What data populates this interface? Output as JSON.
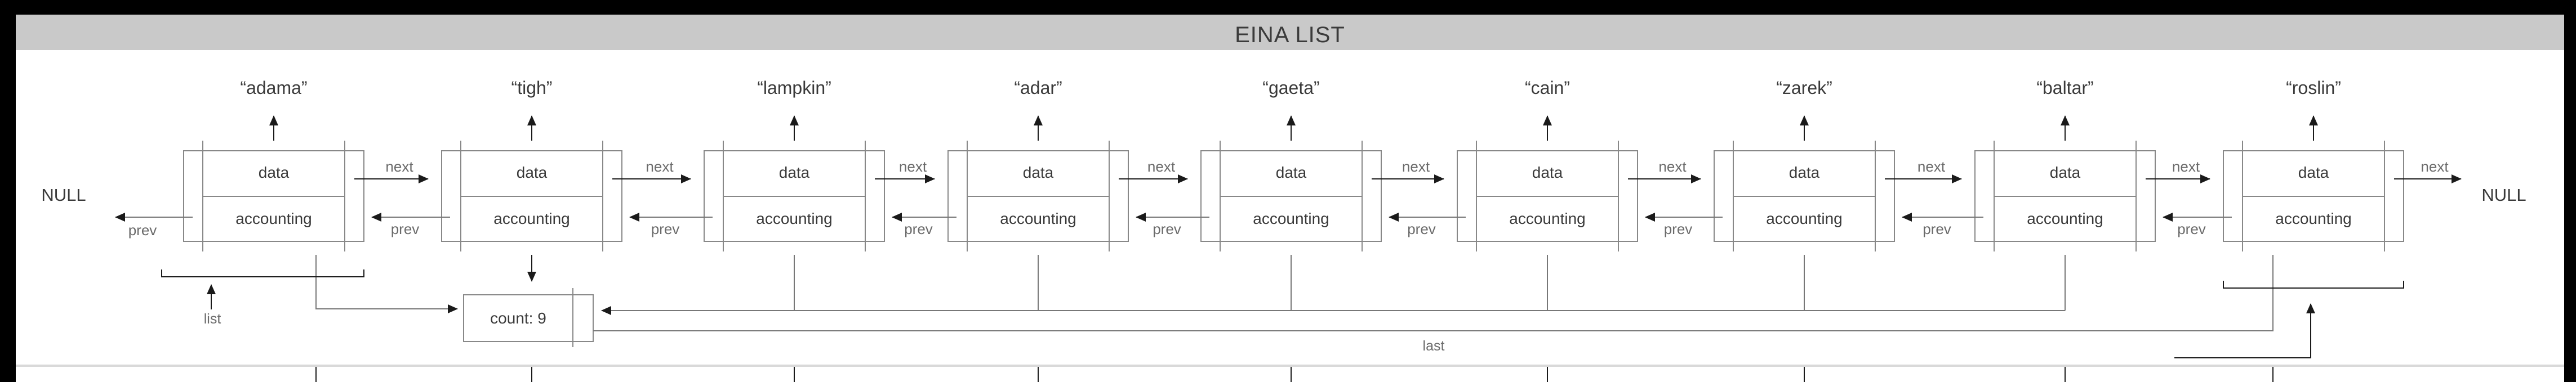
{
  "title": "EINA LIST",
  "null_left": "NULL",
  "null_right": "NULL",
  "labels": {
    "next": "next",
    "prev": "prev",
    "list": "list",
    "last": "last"
  },
  "count_box": {
    "text": "count: 9"
  },
  "cell_labels": {
    "data": "data",
    "accounting": "accounting"
  },
  "nodes": [
    {
      "name": "“adama”"
    },
    {
      "name": "“tigh”"
    },
    {
      "name": "“lampkin”"
    },
    {
      "name": "“adar”"
    },
    {
      "name": "“gaeta”"
    },
    {
      "name": "“cain”"
    },
    {
      "name": "“zarek”"
    },
    {
      "name": "“baltar”"
    },
    {
      "name": "“roslin”"
    }
  ],
  "colors": {
    "frame": "#000000",
    "titlebar_bg": "#c9c9c9",
    "title_text": "#3b3b3b",
    "node_border": "#888888",
    "black_line": "#1a1a1a",
    "gray_line": "#777777",
    "text_dark": "#3a3a3a",
    "text_gray": "#6b6b6b",
    "separator": "#d9d9d9"
  }
}
